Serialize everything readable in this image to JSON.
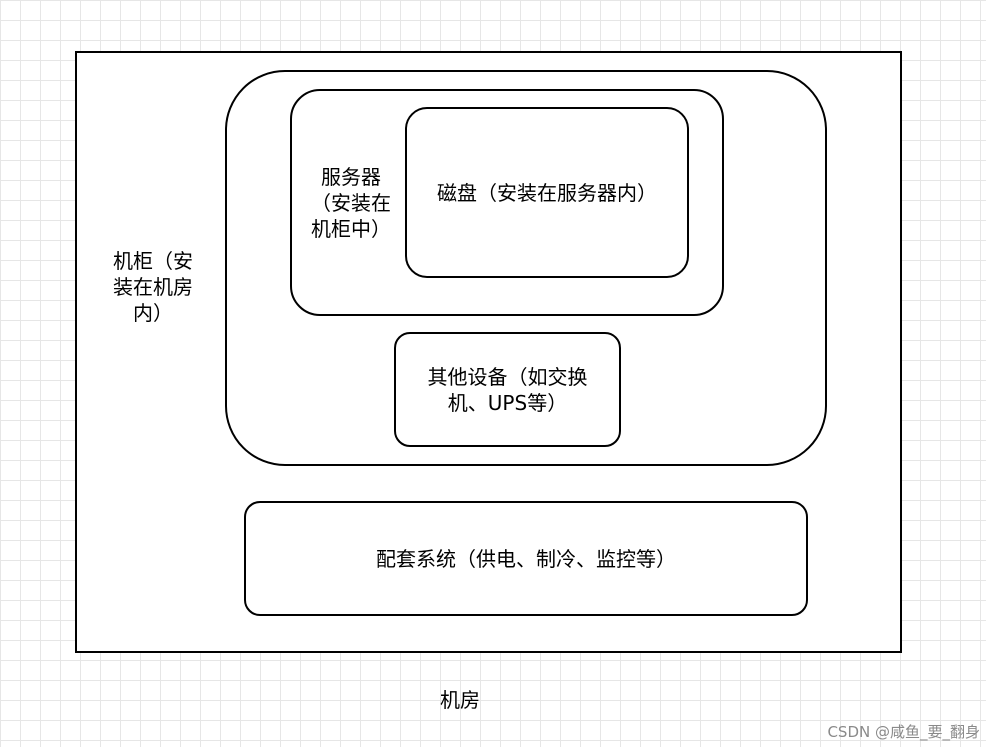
{
  "diagram": {
    "room": {
      "label": "机房"
    },
    "cabinet": {
      "label": "机柜（安\n装在机房\n内）"
    },
    "server": {
      "label": "服务器\n（安装在\n机柜中）"
    },
    "disk": {
      "label": "磁盘（安装在服务器内）"
    },
    "other_devices": {
      "label": "其他设备（如交换\n机、UPS等）"
    },
    "support_systems": {
      "label": "配套系统（供电、制冷、监控等）"
    }
  },
  "watermark": "CSDN @咸鱼_要_翻身",
  "colors": {
    "stroke": "#000000",
    "fill": "#ffffff",
    "grid": "#e6e6e6",
    "watermark": "#8a8a8a"
  }
}
